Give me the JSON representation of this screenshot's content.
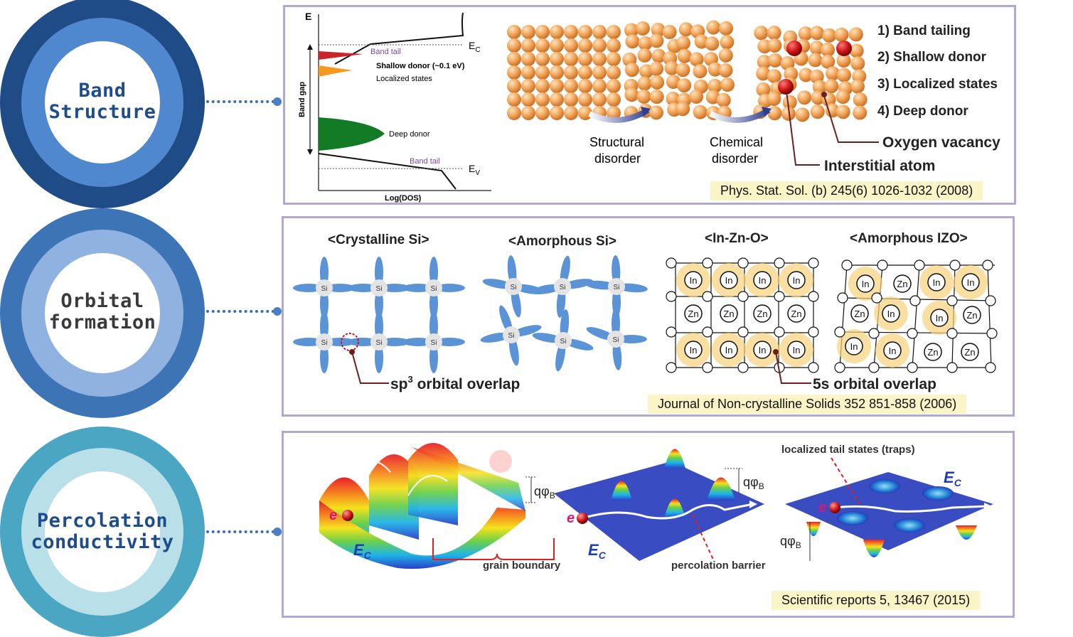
{
  "circles": [
    {
      "line1": "Band",
      "line2": "Structure",
      "outer": "#1f4c86",
      "mid": "#5088cf",
      "text": "#1f4c8a"
    },
    {
      "line1": "Orbital",
      "line2": "formation",
      "outer": "#3d74b6",
      "mid": "#8fb2e0",
      "text": "#3a3a3a"
    },
    {
      "line1": "Percolation",
      "line2": "conductivity",
      "outer": "#4aa6c2",
      "mid": "#b9dfe8",
      "text": "#1f4c8a"
    }
  ],
  "band": {
    "axis_e": "E",
    "ec": "E",
    "ec_sub": "C",
    "ev": "E",
    "ev_sub": "V",
    "band_gap": "Band gap",
    "band_tail_top": "Band tail",
    "shallow": "Shallow donor (~0.1 eV)",
    "localized": "Localized states",
    "deep": "Deep donor",
    "band_tail_bottom": "Band tail",
    "xaxis": "Log(DOS)",
    "structural": "Structural",
    "structural2": "disorder",
    "chemical": "Chemical",
    "chemical2": "disorder",
    "list": [
      "1) Band tailing",
      "2) Shallow donor",
      "3) Localized states",
      "4) Deep donor"
    ],
    "oxygen": "Oxygen vacancy",
    "interstitial": "Interstitial atom",
    "ref": "Phys. Stat. Sol. (b) 245(6) 1026-1032 (2008)"
  },
  "orbital": {
    "csi": "<Crystalline Si>",
    "asi": "<Amorphous Si>",
    "izo": "<In-Zn-O>",
    "aizo": "<Amorphous IZO>",
    "si": "Si",
    "in": "In",
    "zn": "Zn",
    "sp3": "sp",
    "sp3_sup": "3",
    "sp3_rest": " orbital overlap",
    "s5": "5s orbital overlap",
    "ref": "Journal of Non-crystalline Solids 352 851-858 (2006)"
  },
  "perc": {
    "traps": "localized tail states (traps)",
    "e": "e",
    "ec": "E",
    "ec_sub": "C",
    "qphi": "qφ",
    "qphi_sub": "B",
    "grain": "grain boundary",
    "barrier": "percolation barrier",
    "ref": "Scientific reports 5, 13467 (2015)"
  }
}
